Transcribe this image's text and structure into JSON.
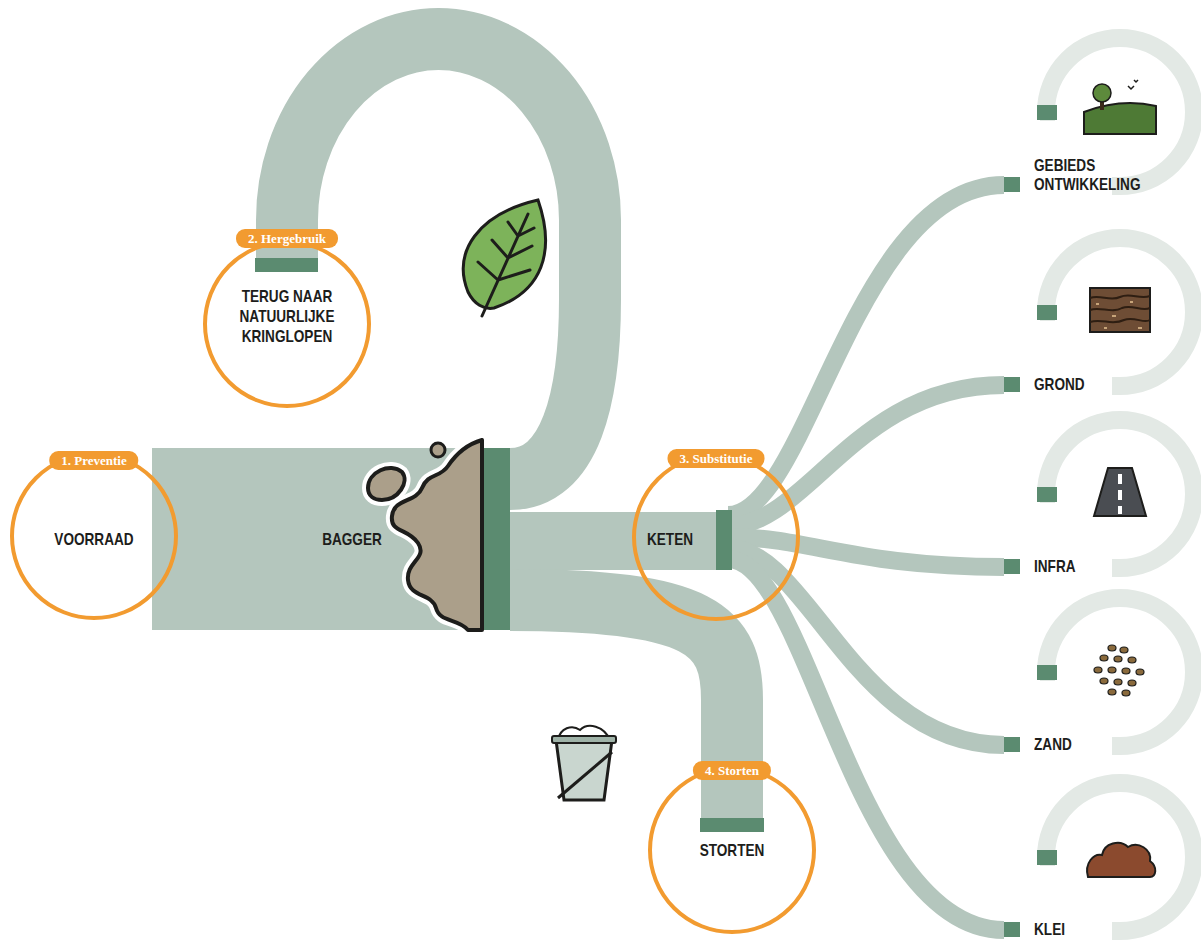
{
  "diagram": {
    "nodes": [
      {
        "text": [
          "1. Preventie",
          "VOORRAAD"
        ]
      },
      {
        "text": [
          "BAGGER"
        ]
      },
      {
        "text": [
          "2. Hergebruik",
          "TERUG NAAR NATUURLIJKE KRINGLOPEN"
        ]
      },
      {
        "text": [
          "3. Substitutie",
          "KETEN"
        ]
      },
      {
        "text": [
          "4. Storten",
          "STORTEN"
        ]
      },
      {
        "text": [
          "GEBIEDS ONTWIKKELING"
        ]
      },
      {
        "text": [
          "GROND"
        ]
      },
      {
        "text": [
          "INFRA"
        ]
      },
      {
        "text": [
          "ZAND"
        ]
      },
      {
        "text": [
          "KLEI"
        ]
      }
    ],
    "edges": [
      {
        "from": 0,
        "to": 1,
        "arrow": "none"
      },
      {
        "from": 1,
        "to": 2,
        "arrow": "none"
      },
      {
        "from": 1,
        "to": 3,
        "arrow": "none"
      },
      {
        "from": 1,
        "to": 4,
        "arrow": "none"
      },
      {
        "from": 3,
        "to": 5,
        "arrow": "none"
      },
      {
        "from": 3,
        "to": 6,
        "arrow": "none"
      },
      {
        "from": 3,
        "to": 7,
        "arrow": "none"
      },
      {
        "from": 3,
        "to": 8,
        "arrow": "none"
      },
      {
        "from": 3,
        "to": 9,
        "arrow": "none"
      }
    ]
  }
}
